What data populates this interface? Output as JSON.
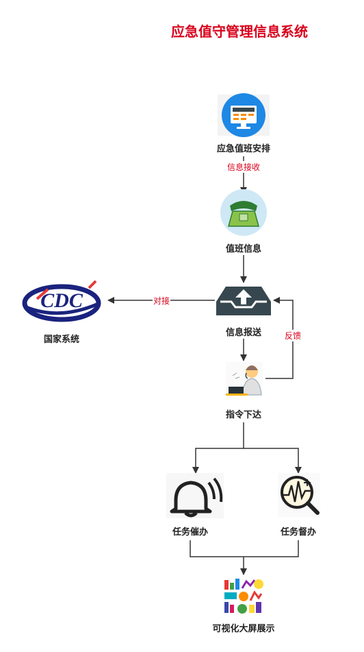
{
  "title": "应急值守管理信息系统",
  "nodes": {
    "duty_schedule": {
      "label": "应急值班安排",
      "icon": "monitor-calendar-icon"
    },
    "duty_info": {
      "label": "值班信息",
      "icon": "telephone-icon"
    },
    "info_report": {
      "label": "信息报送",
      "icon": "upload-tray-icon"
    },
    "national_system": {
      "label": "国家系统",
      "icon": "cdc-logo"
    },
    "command": {
      "label": "指令下达",
      "icon": "operator-headset-icon"
    },
    "task_urge": {
      "label": "任务催办",
      "icon": "bell-icon"
    },
    "task_supervise": {
      "label": "任务督办",
      "icon": "magnifier-chart-icon"
    },
    "big_screen": {
      "label": "可视化大屏展示",
      "icon": "dashboard-charts-icon"
    }
  },
  "edges": {
    "receive": "信息接收",
    "connect": "对接",
    "feedback": "反馈"
  },
  "logo_text": "CDC",
  "colors": {
    "title": "#d9001b",
    "edge_label": "#d9001b",
    "line": "#333333"
  }
}
